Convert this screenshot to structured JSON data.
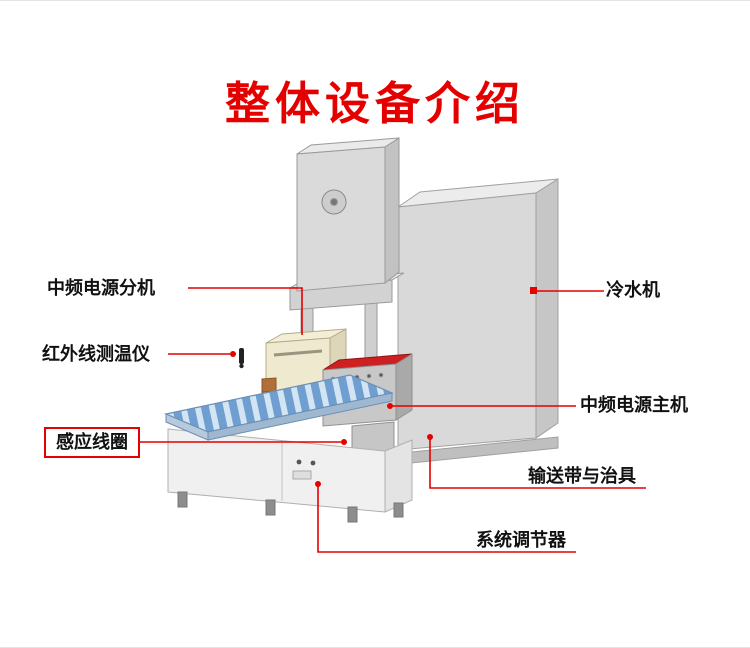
{
  "title": "整体设备介绍",
  "labels": {
    "power_sub_unit": "中频电源分机",
    "pyrometer": "红外线测温仪",
    "induction_coil": "感应线圈",
    "chiller": "冷水机",
    "power_main_unit": "中频电源主机",
    "conveyor_fixture": "输送带与治具",
    "system_regulator": "系统调节器"
  },
  "colors": {
    "accent": "#e60000",
    "title_color": "#e50000",
    "machine_red": "#ce2020",
    "conveyor_blue": "#6f9fd0",
    "conveyor_light": "#d3e4f2"
  }
}
